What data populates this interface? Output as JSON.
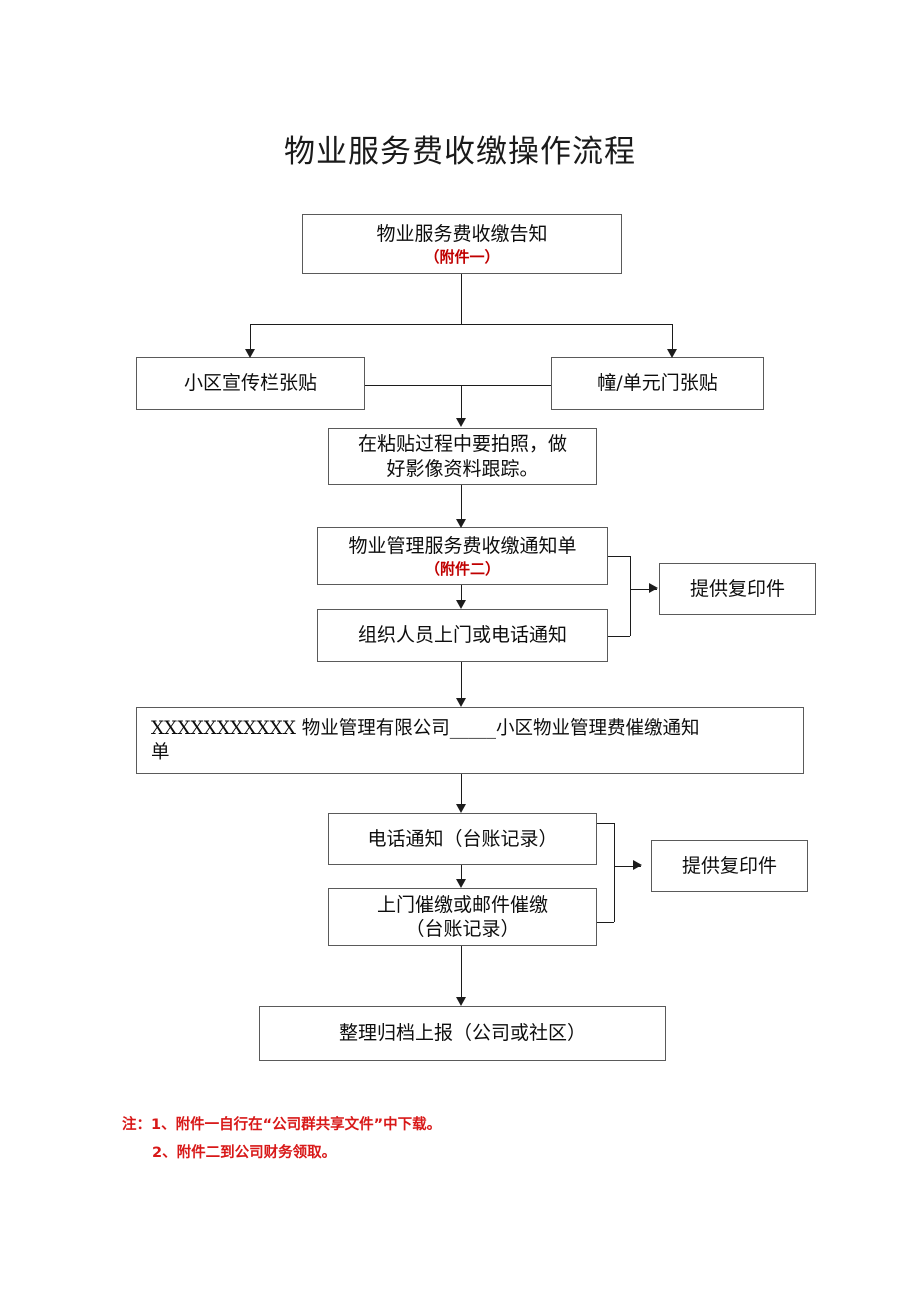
{
  "document": {
    "title": "物业服务费收缴操作流程"
  },
  "flow": {
    "nodes": [
      {
        "id": "notice",
        "name": "fee-collection-notice",
        "text": "物业服务费收缴告知",
        "sub": "（附件一）",
        "sub_color": "#c00000"
      },
      {
        "id": "bulletin-post",
        "name": "community-bulletin-posting",
        "text": "小区宣传栏张贴"
      },
      {
        "id": "door-post",
        "name": "building-unit-door-posting",
        "text": "幢/单元门张贴"
      },
      {
        "id": "photo-record",
        "name": "photo-documentation",
        "line1": "在粘贴过程中要拍照，做",
        "line2": "好影像资料跟踪。"
      },
      {
        "id": "notice-slip",
        "name": "management-fee-notice-slip",
        "text": "物业管理服务费收缴通知单",
        "sub": "（附件二）",
        "sub_color": "#c00000"
      },
      {
        "id": "visit-or-call",
        "name": "door-to-door-or-phone-notice",
        "text": "组织人员上门或电话通知"
      },
      {
        "id": "copy-1",
        "name": "provide-photocopy-upper",
        "text": "提供复印件"
      },
      {
        "id": "reminder-slip",
        "name": "fee-reminder-notice-slip",
        "line1": "XXXXXXXXXXX 物业管理有限公司_____小区物业管理费催缴通知",
        "line2": "单"
      },
      {
        "id": "phone-ledger",
        "name": "phone-notice-ledger",
        "text": "电话通知（台账记录）"
      },
      {
        "id": "visit-mail-ledger",
        "name": "visit-or-mail-reminder-ledger",
        "line1": "上门催缴或邮件催缴",
        "line2": "（台账记录）"
      },
      {
        "id": "copy-2",
        "name": "provide-photocopy-lower",
        "text": "提供复印件"
      },
      {
        "id": "archive",
        "name": "archive-and-report",
        "text": "整理归档上报（公司或社区）"
      }
    ]
  },
  "notes": {
    "color": "#d81818",
    "line1": "注：1、附件一自行在“公司群共享文件”中下载。",
    "line2": "2、附件二到公司财务领取。"
  }
}
